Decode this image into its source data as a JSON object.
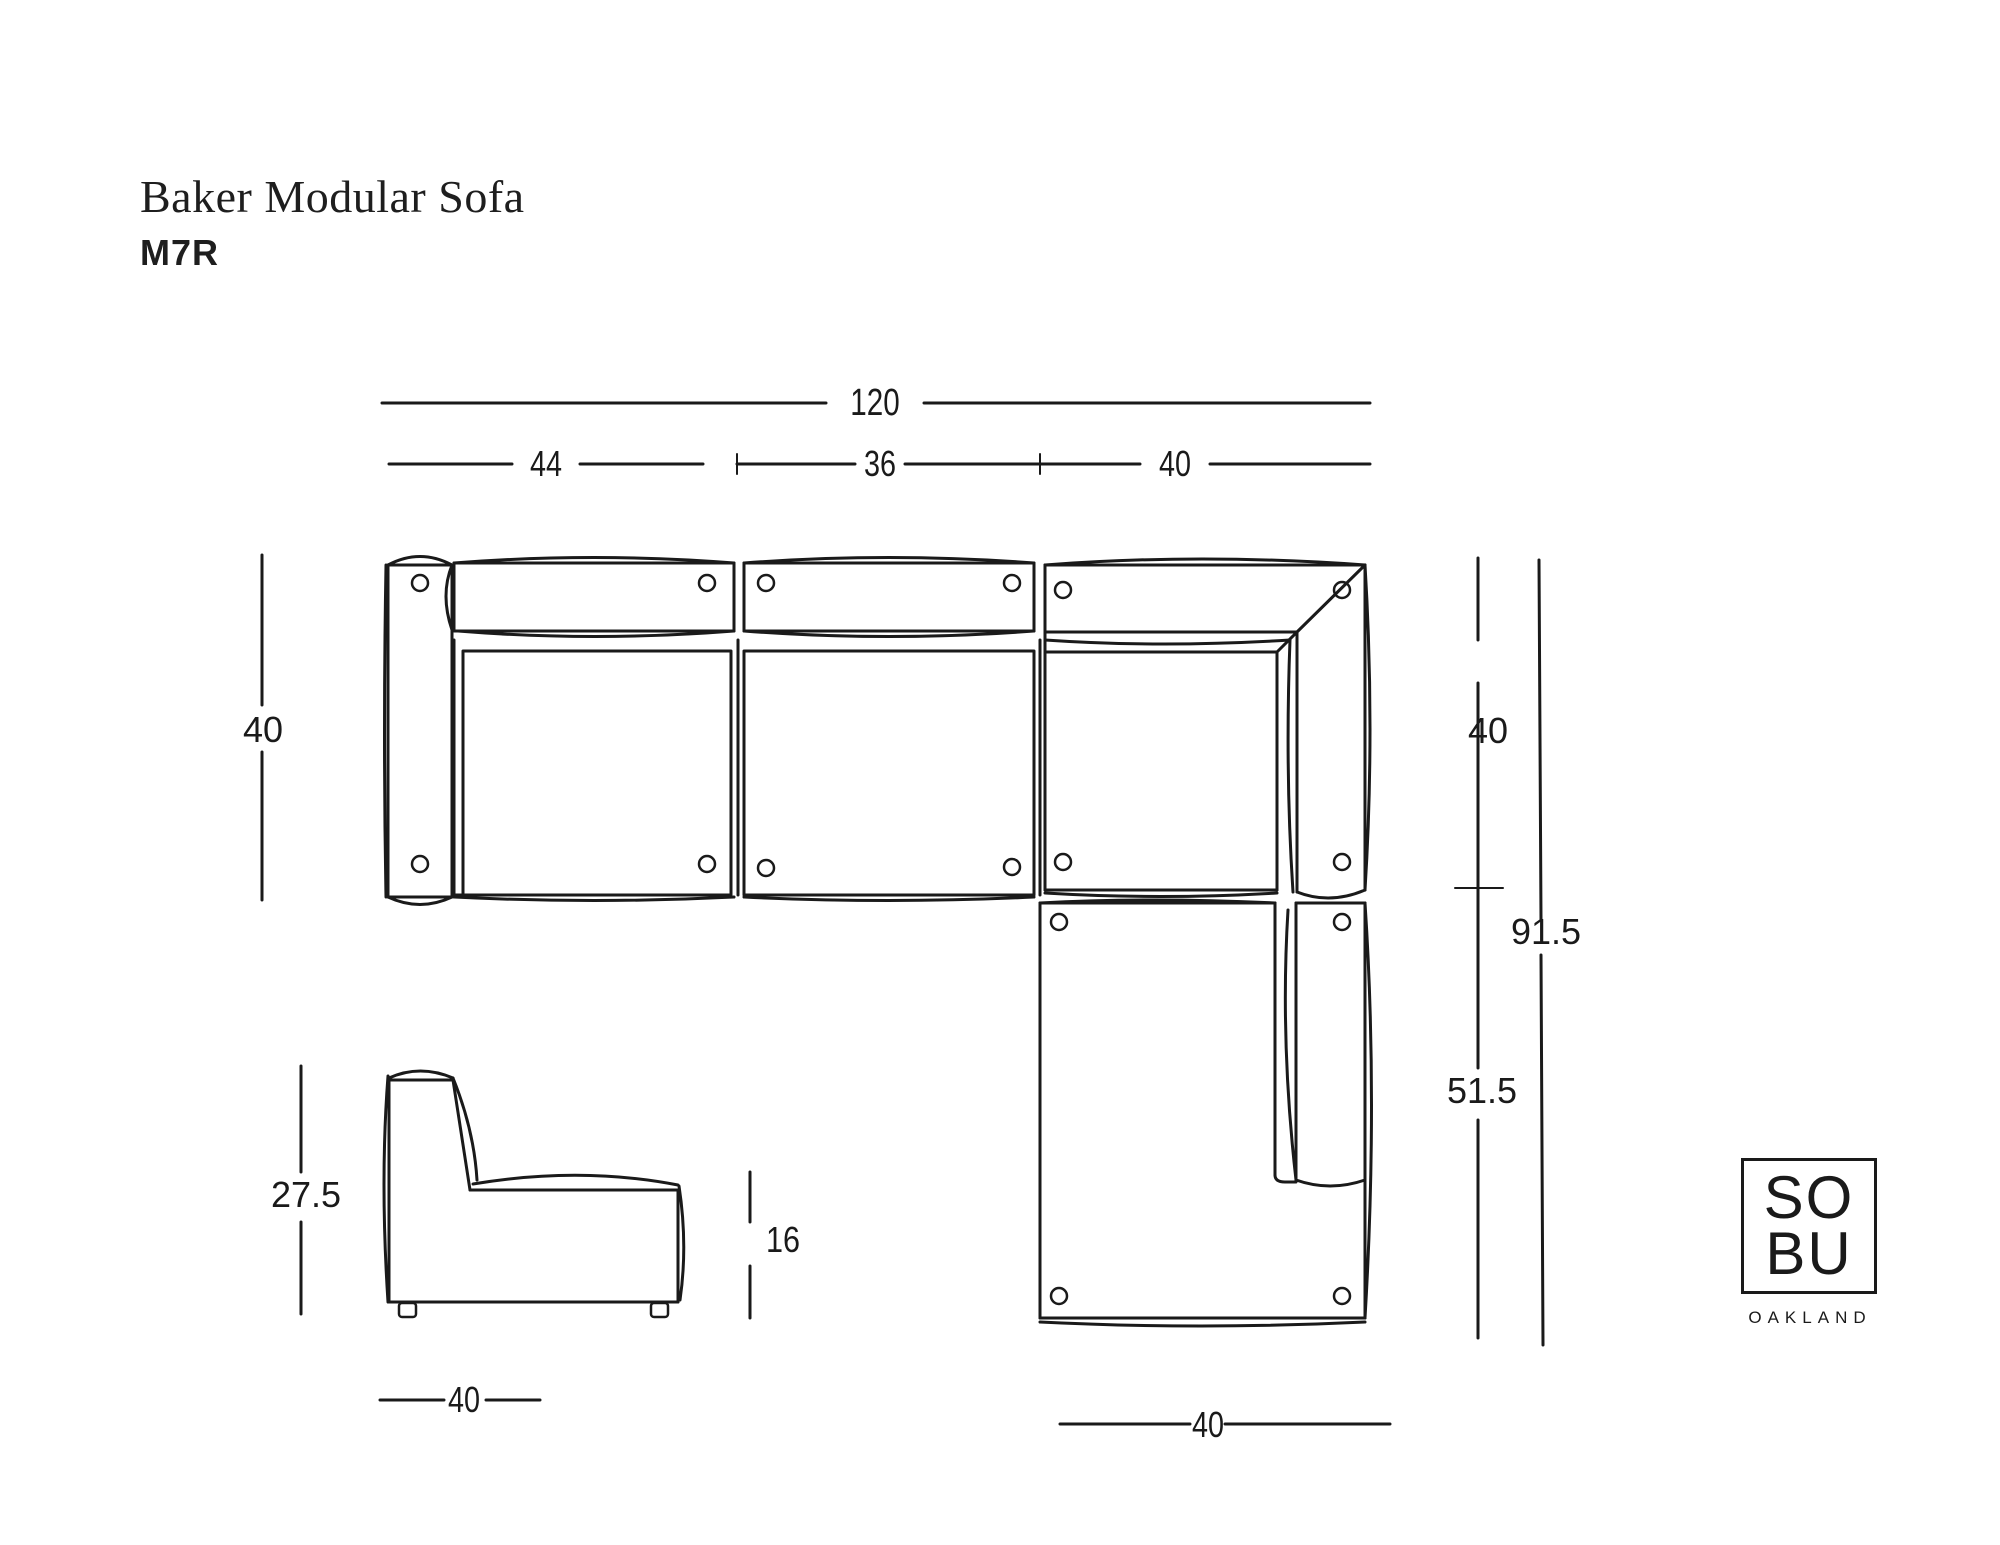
{
  "header": {
    "title": "Baker Modular Sofa",
    "model": "M7R"
  },
  "dimensions": {
    "overall_width": "120",
    "segment_widths": [
      "44",
      "36",
      "40"
    ],
    "left_depth": "40",
    "right_upper_depth": "40",
    "right_lower_depth": "51.5",
    "right_total_depth": "91.5",
    "side_height": "27.5",
    "seat_height": "16",
    "side_depth": "40",
    "chaise_width": "40"
  },
  "logo": {
    "line1": "SO",
    "line2": "BU",
    "subtitle": "OAKLAND"
  },
  "colors": {
    "line": "#1a1a1a",
    "background": "#ffffff"
  }
}
